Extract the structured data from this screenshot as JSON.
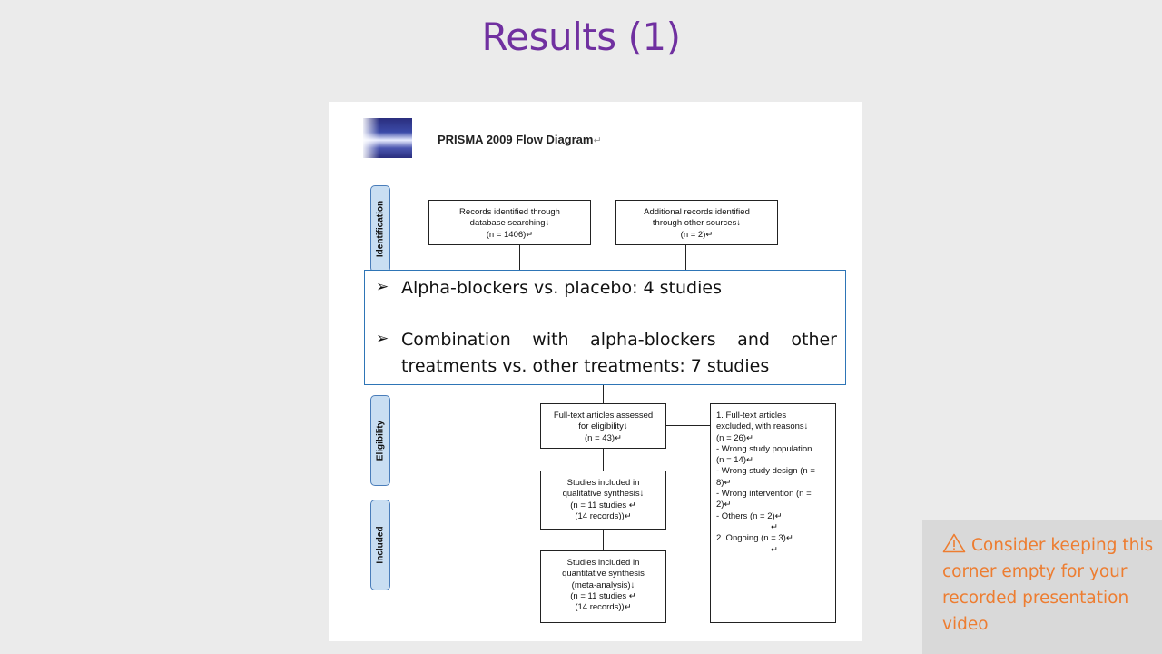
{
  "slide": {
    "title": "Results (1)"
  },
  "diagram": {
    "title": "PRISMA 2009 Flow Diagram",
    "return_mark": "↵",
    "stages": {
      "identification": "Identification",
      "eligibility": "Eligibility",
      "included": "Included"
    },
    "boxes": {
      "db_search": [
        "Records identified through",
        "database searching↓",
        "(n =  1406)↵"
      ],
      "other_sources": [
        "Additional records identified",
        "through other sources↓",
        "(n = 2)↵"
      ],
      "full_text": [
        "Full-text articles assessed",
        "for eligibility↓",
        "(n = 43)↵"
      ],
      "qualitative": [
        "Studies included in",
        "qualitative synthesis↓",
        "(n = 11 studies ↵",
        "(14 records))↵"
      ],
      "quantitative": [
        "Studies included in",
        "quantitative synthesis",
        "(meta-analysis)↓",
        "(n = 11 studies ↵",
        "(14 records))↵"
      ],
      "excluded": [
        "1. Full-text articles",
        "excluded, with reasons↓",
        "(n = 26)↵",
        "- Wrong study population",
        "(n = 14)↵",
        "- Wrong study design (n =",
        "8)↵",
        "- Wrong intervention (n =",
        "2)↵",
        "- Others (n = 2)↵",
        "↵",
        "2. Ongoing (n = 3)↵",
        "↵"
      ]
    }
  },
  "callout": {
    "bullet_glyph": "➢",
    "items": [
      "Alpha-blockers vs. placebo: 4 studies",
      "Combination with alpha-blockers and other treatments vs. other treatments: 7 studies"
    ]
  },
  "notice": {
    "icon": "warning-icon",
    "text": "Consider keeping this corner empty for your recorded presentation video",
    "color": "#ed7d31"
  },
  "colors": {
    "title": "#7030a0",
    "stage_fill": "#c9def2",
    "callout_border": "#2e75b6"
  }
}
